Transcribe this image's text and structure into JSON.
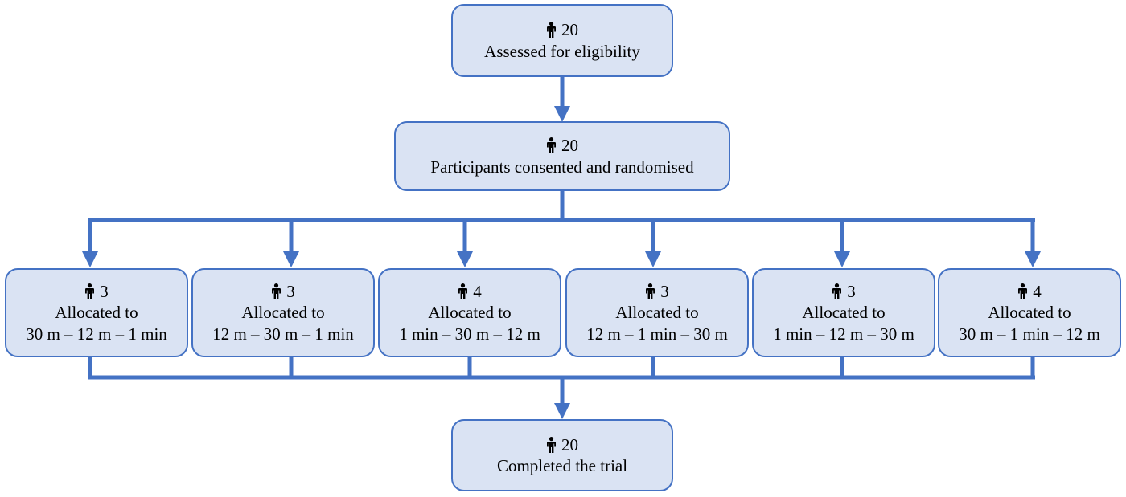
{
  "assessed": {
    "count": "20",
    "label": "Assessed for eligibility"
  },
  "consented": {
    "count": "20",
    "label": "Participants consented and randomised"
  },
  "arms": [
    {
      "count": "3",
      "label": "Allocated to",
      "sequence": "30 m – 12 m – 1 min"
    },
    {
      "count": "3",
      "label": "Allocated to",
      "sequence": "12 m – 30 m – 1 min"
    },
    {
      "count": "4",
      "label": "Allocated to",
      "sequence": "1 min – 30 m – 12 m"
    },
    {
      "count": "3",
      "label": "Allocated to",
      "sequence": "12 m – 1 min – 30 m"
    },
    {
      "count": "3",
      "label": "Allocated to",
      "sequence": "1 min – 12 m – 30 m"
    },
    {
      "count": "4",
      "label": "Allocated to",
      "sequence": "30 m – 1 min – 12 m"
    }
  ],
  "completed": {
    "count": "20",
    "label": "Completed the trial"
  },
  "icon": "person-icon",
  "colors": {
    "box_fill": "#dae3f3",
    "border": "#4472c4",
    "connector": "#4472c4"
  }
}
